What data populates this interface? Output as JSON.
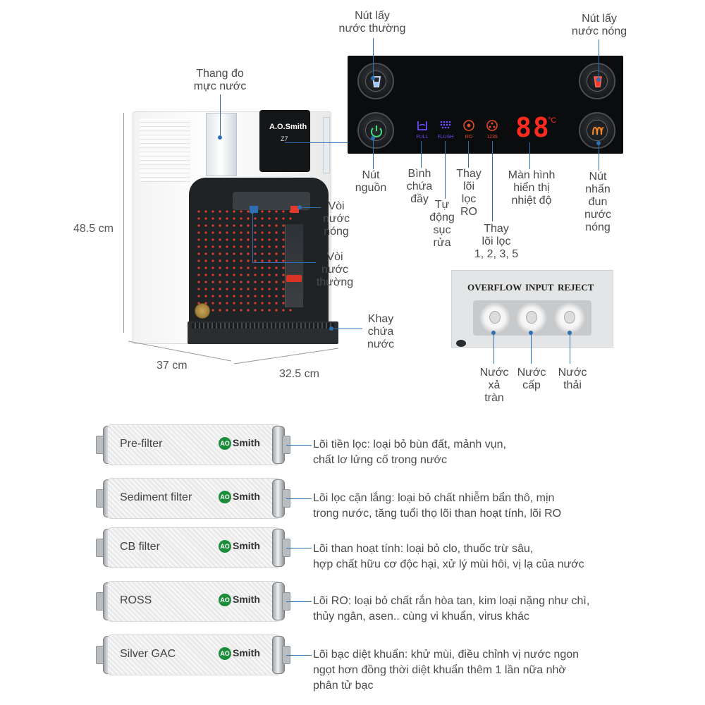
{
  "labels": {
    "water_level_gauge": "Thang đo\nmực nước",
    "normal_water_button": "Nút lấy\nnước thường",
    "hot_water_button": "Nút lấy\nnước nóng",
    "power_button": "Nút\nnguồn",
    "tank_full": "Bình\nchứa\nđầy",
    "auto_flush": "Tự\nđộng\nsục\nrửa",
    "replace_ro": "Thay\nlõi\nlọc\nRO",
    "replace_1235": "Thay\nlõi lọc\n1, 2, 3, 5",
    "temp_display": "Màn hình\nhiển thị\nnhiệt độ",
    "heat_button": "Nút\nnhấn\nđun\nnước\nnóng",
    "hot_tap": "Vòi\nnước\nnóng",
    "normal_tap": "Vòi\nnước\nthường",
    "drip_tray": "Khay\nchứa\nnước",
    "overflow_water": "Nước\nxả\ntràn",
    "feed_water": "Nước\ncấp",
    "waste_water": "Nước\nthải"
  },
  "dimensions": {
    "height": "48.5 cm",
    "depth": "37 cm",
    "width": "32.5 cm"
  },
  "panel": {
    "full_text": "FULL",
    "flush_text": "FLUSH",
    "ro_text": "RO",
    "filters_text": "1235",
    "temperature": "88",
    "unit": "°C"
  },
  "device": {
    "brand": "A.O.Smith",
    "model": "Z7"
  },
  "ports": {
    "overflow": "OVERFLOW",
    "input": "INPUT",
    "reject": "REJECT"
  },
  "filters": [
    {
      "name": "Pre-filter",
      "brand": "Smith",
      "desc": "Lõi tiền lọc: loại bỏ bùn đất, mảnh vụn,\nchất lơ lửng cố trong nước"
    },
    {
      "name": "Sediment filter",
      "brand": "Smith",
      "desc": "Lõi lọc cặn lắng: loại bỏ chất nhiễm bẩn thô, mịn\ntrong nước, tăng tuổi thọ lõi than hoạt tính, lõi RO"
    },
    {
      "name": "CB filter",
      "brand": "Smith",
      "desc": "Lõi than hoạt tính: loại bỏ clo, thuốc trừ sâu,\nhợp chất hữu cơ độc hại, xử lý mùi hôi, vị lạ của nước"
    },
    {
      "name": "ROSS",
      "brand": "Smith",
      "desc": "Lõi RO: loại bỏ chất rắn hòa tan, kim loại nặng như chì,\nthủy ngân, asen.. cùng vi khuẩn, virus khác"
    },
    {
      "name": "Silver GAC",
      "brand": "Smith",
      "desc": "Lõi bạc diệt khuẩn: khử mùi, điều chỉnh vị nước ngon\nngọt hơn đồng thời diệt khuẩn thêm 1 lần nữa nhờ\nphân tử bạc"
    }
  ],
  "colors": {
    "accent_line": "#2f6fb3",
    "display_red": "#ff2a1e",
    "indicator_purple": "#6b4cff",
    "indicator_red": "#e24b2c"
  }
}
